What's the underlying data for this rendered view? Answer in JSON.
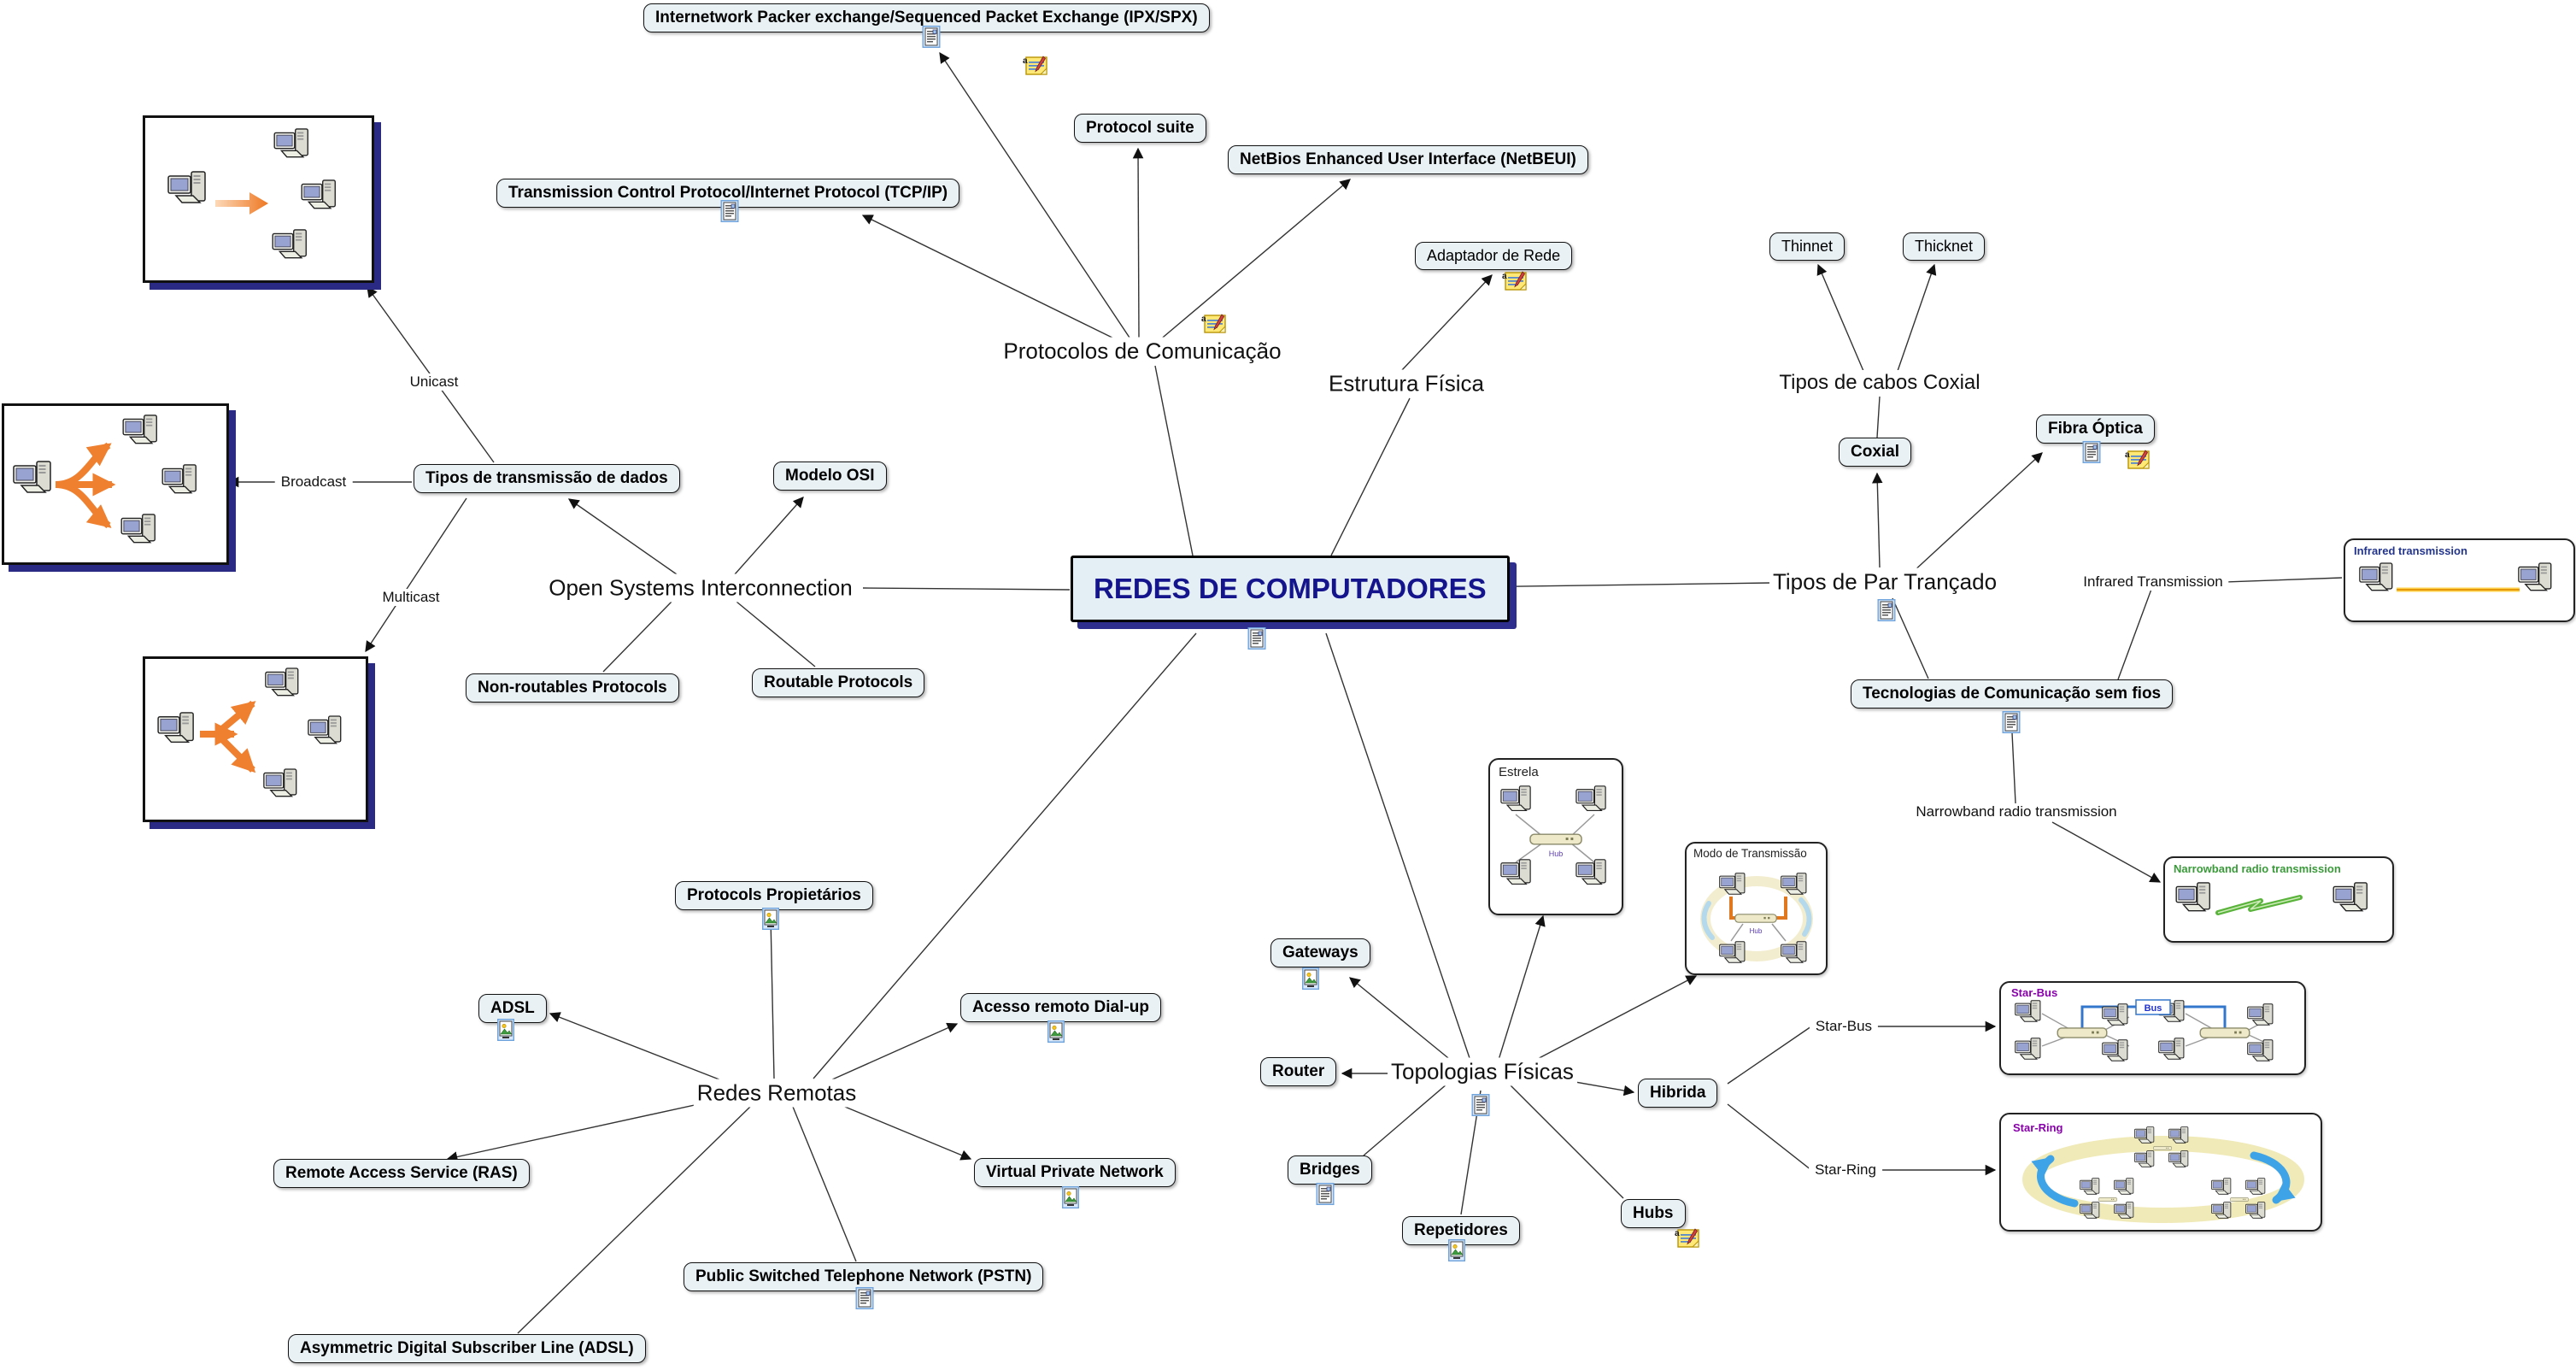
{
  "title": "REDES DE COMPUTADORES",
  "root": {
    "label": "REDES DE COMPUTADORES"
  },
  "hubs": {
    "protocolos": "Protocolos de Comunicação",
    "estrutura": "Estrutura Física",
    "osi": "Open Systems Interconnection",
    "par_trancado": "Tipos de Par Trançado",
    "cabos_coxial": "Tipos de cabos Coxial",
    "redes_remotas": "Redes Remotas",
    "topologias": "Topologias Físicas"
  },
  "boxes": {
    "ipx_spx": "Internetwork Packer exchange/Sequenced Packet Exchange (IPX/SPX)",
    "protocol_suite": "Protocol suite",
    "netbeui": "NetBios Enhanced User Interface (NetBEUI)",
    "tcp_ip": "Transmission Control Protocol/Internet Protocol (TCP/IP)",
    "adaptador": "Adaptador de Rede",
    "thinnet": "Thinnet",
    "thicknet": "Thicknet",
    "coxial": "Coxial",
    "fibra": "Fibra Óptica",
    "sem_fios": "Tecnologias de Comunicação sem fios",
    "tipos_transmissao": "Tipos de transmissão de dados",
    "modelo_osi": "Modelo OSI",
    "non_routables": "Non-routables Protocols",
    "routable": "Routable Protocols",
    "propietarios": "Protocols Propietários",
    "adsl": "ADSL",
    "dialup": "Acesso remoto Dial-up",
    "ras": "Remote Access Service (RAS)",
    "vpn": "Virtual Private Network",
    "pstn": "Public Switched Telephone Network (PSTN)",
    "adsl_full": "Asymmetric Digital Subscriber Line (ADSL)",
    "gateways": "Gateways",
    "router": "Router",
    "bridges": "Bridges",
    "repetidores": "Repetidores",
    "hubs": "Hubs",
    "hibrida": "Hibrida"
  },
  "edge_labels": {
    "unicast": "Unicast",
    "broadcast": "Broadcast",
    "multicast": "Multicast",
    "infrared": "Infrared Transmission",
    "narrowband": "Narrowband radio transmission",
    "star_bus": "Star-Bus",
    "star_ring": "Star-Ring"
  },
  "panels": {
    "infrared_caption": "Infrared transmission",
    "narrowband_caption": "Narrowband radio transmission",
    "estrela_caption": "Estrela",
    "modo_caption": "Modo de Transmissão",
    "starbus_caption": "Star-Bus",
    "starring_caption": "Star-Ring",
    "bus_tag": "Bus",
    "hub_tag": "Hub"
  },
  "colors": {
    "node_fill": "#e9f1f5",
    "node_border": "#111111",
    "central_text": "#14148c",
    "central_shadow": "#2e2e8f",
    "line": "#333333",
    "orange_arrow": "#ef8030",
    "bus_blue": "#3377cc",
    "ring_yellow": "#f0eab8",
    "star_label_purple": "#8800aa",
    "narrowband_green": "#3a9a3a",
    "infrared_navy": "#22348c"
  }
}
